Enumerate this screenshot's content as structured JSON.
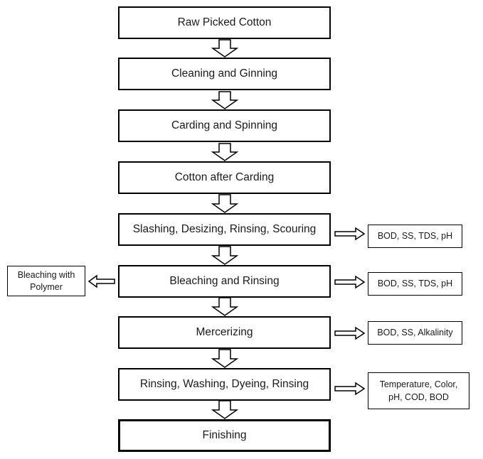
{
  "process_steps": [
    "Raw Picked Cotton",
    "Cleaning and Ginning",
    "Carding and Spinning",
    "Cotton after Carding",
    "Slashing, Desizing, Rinsing, Scouring",
    "Bleaching and Rinsing",
    "Mercerizing",
    "Rinsing, Washing, Dyeing, Rinsing",
    "Finishing"
  ],
  "outputs": {
    "slashing": "BOD, SS, TDS, pH",
    "bleaching": "BOD, SS, TDS, pH",
    "mercerizing": "BOD, SS, Alkalinity",
    "dyeing_line1": "Temperature, Color,",
    "dyeing_line2": "pH, COD, BOD",
    "bleaching_side_line1": "Bleaching with",
    "bleaching_side_line2": "Polymer"
  }
}
